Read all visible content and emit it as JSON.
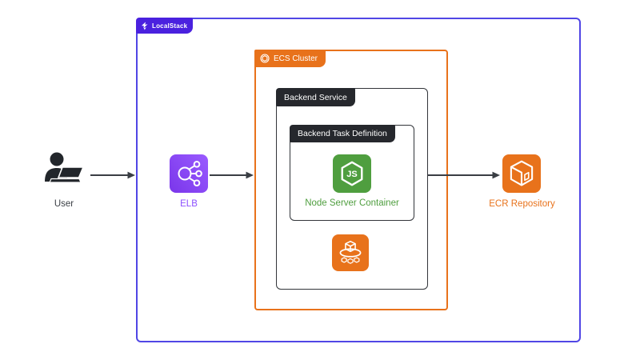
{
  "groups": {
    "localstack": {
      "label": "LocalStack"
    },
    "ecs_cluster": {
      "label": "ECS Cluster"
    },
    "backend_service": {
      "label": "Backend Service"
    },
    "backend_task_definition": {
      "label": "Backend Task Definition"
    }
  },
  "nodes": {
    "user": {
      "label": "User",
      "icon": "person-laptop-icon",
      "color": "#22262b"
    },
    "elb": {
      "label": "ELB",
      "icon": "elastic-load-balancer-icon",
      "color": "#8c4fff"
    },
    "node_server": {
      "label": "Node Server Container",
      "icon": "nodejs-hexagon-icon",
      "icon_text": "JS",
      "color": "#4f9e3f"
    },
    "ecs_tasks": {
      "icon": "ecs-tasks-cube-icon",
      "color": "#e8721b"
    },
    "ecr": {
      "label": "ECR Repository",
      "icon": "ecr-cube-icon",
      "color": "#e8721b"
    }
  },
  "edges": [
    {
      "from": "user",
      "to": "localstack-boundary"
    },
    {
      "from": "elb",
      "to": "ecs-cluster-boundary"
    },
    {
      "from": "backend-service",
      "to": "ecr"
    }
  ],
  "colors": {
    "localstack_tab": "#4a21df",
    "localstack_border": "#5046e5",
    "aws_orange": "#e8721b",
    "dark_tab": "#26282d",
    "node_green": "#4f9e3f",
    "elb_purple": "#8c4fff",
    "arrow": "#3a3e44"
  }
}
